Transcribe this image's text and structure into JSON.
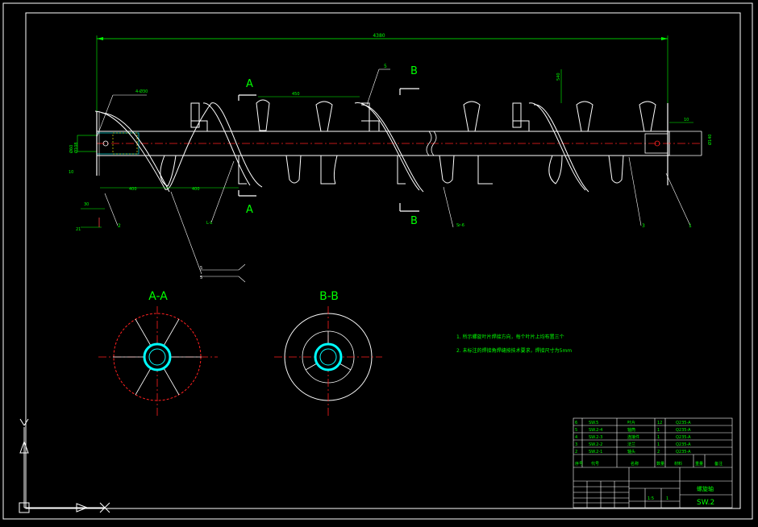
{
  "drawing": {
    "overall_length": "4380",
    "pitch_dim": "450",
    "flight_height": "540",
    "part_balloons": [
      "1",
      "2",
      "3",
      "4",
      "5"
    ],
    "dims_left": [
      "4-Ø30",
      "Ø60",
      "Ø108",
      "10",
      "30",
      "21",
      "400",
      "400"
    ],
    "dims_right": [
      "10",
      "Ø140"
    ],
    "labels_misc": [
      "L-L",
      "Sr-6",
      "5",
      "1",
      "2",
      "3"
    ],
    "section_markers": {
      "a": "A",
      "b": "B"
    },
    "weld_notes": [
      "5",
      "5"
    ]
  },
  "sections": {
    "a_title": "A-A",
    "b_title": "B-B"
  },
  "notes": {
    "line1": "1. 所示螺旋叶片焊接方向，每个叶片上均布置三个",
    "line2": "2. 未标注的焊接角焊缝按技术要求，焊接尺寸为5mm"
  },
  "title_block": {
    "rows": [
      {
        "no": "6",
        "code": "SW.5",
        "name": "叶片",
        "qty": "12",
        "mat": "Q235-A"
      },
      {
        "no": "5",
        "code": "SW.2-4",
        "name": "轴筒",
        "qty": "1",
        "mat": "Q235-A"
      },
      {
        "no": "4",
        "code": "SW.2-3",
        "name": "连接件",
        "qty": "1",
        "mat": "Q235-A"
      },
      {
        "no": "3",
        "code": "SW.2-2",
        "name": "法兰",
        "qty": "1",
        "mat": "Q235-A"
      },
      {
        "no": "2",
        "code": "SW.2-1",
        "name": "轴头",
        "qty": "2",
        "mat": "Q235-A"
      }
    ],
    "header": {
      "no": "序号",
      "code": "代号",
      "name": "名称",
      "qty": "数量",
      "mat": "材料",
      "weight": "重量",
      "remark": "备注"
    },
    "drawing_name": "螺旋轴",
    "drawing_code": "SW.2",
    "scale": "1:5",
    "sheet": "1"
  },
  "colors": {
    "background": "#000000",
    "outline": "#ffffff",
    "dimension": "#00ff00",
    "centerline": "#ff2020",
    "hidden": "#00ffff",
    "section_text": "#00ff00",
    "note_text": "#00ff00",
    "flight": "#ffffff"
  }
}
